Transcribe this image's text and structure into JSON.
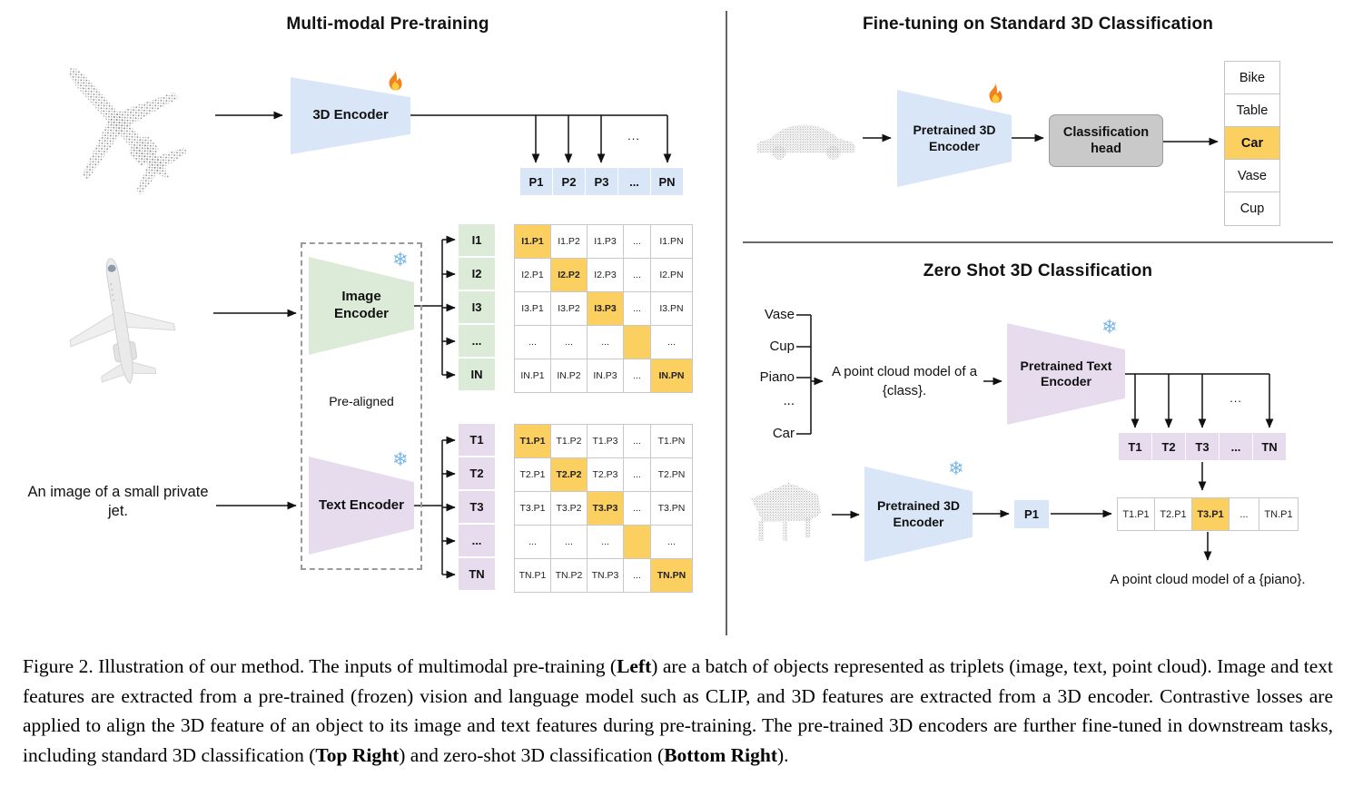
{
  "pretraining": {
    "title": "Multi-modal Pre-training",
    "encoder_3d": "3D Encoder",
    "image_encoder": "Image Encoder",
    "text_encoder": "Text Encoder",
    "pre_aligned": "Pre-aligned",
    "image_caption": "An image of a small private jet.",
    "trunk_ellipsis": "...",
    "p_row": [
      "P1",
      "P2",
      "P3",
      "...",
      "PN"
    ],
    "i_col": [
      "I1",
      "I2",
      "I3",
      "...",
      "IN"
    ],
    "t_col": [
      "T1",
      "T2",
      "T3",
      "...",
      "TN"
    ],
    "i_matrix": [
      [
        "I1.P1",
        "I1.P2",
        "I1.P3",
        "...",
        "I1.PN"
      ],
      [
        "I2.P1",
        "I2.P2",
        "I2.P3",
        "...",
        "I2.PN"
      ],
      [
        "I3.P1",
        "I3.P2",
        "I3.P3",
        "...",
        "I3.PN"
      ],
      [
        "...",
        "...",
        "...",
        "",
        "..."
      ],
      [
        "IN.P1",
        "IN.P2",
        "IN.P3",
        "...",
        "IN.PN"
      ]
    ],
    "t_matrix": [
      [
        "T1.P1",
        "T1.P2",
        "T1.P3",
        "...",
        "T1.PN"
      ],
      [
        "T2.P1",
        "T2.P2",
        "T2.P3",
        "...",
        "T2.PN"
      ],
      [
        "T3.P1",
        "T3.P2",
        "T3.P3",
        "...",
        "T3.PN"
      ],
      [
        "...",
        "...",
        "...",
        "",
        "..."
      ],
      [
        "TN.P1",
        "TN.P2",
        "TN.P3",
        "...",
        "TN.PN"
      ]
    ]
  },
  "finetuning": {
    "title": "Fine-tuning on Standard 3D Classification",
    "encoder": "Pretrained 3D Encoder",
    "head": "Classification head",
    "classes": [
      "Bike",
      "Table",
      "Car",
      "Vase",
      "Cup"
    ],
    "highlighted_class": "Car"
  },
  "zeroshot": {
    "title": "Zero Shot 3D Classification",
    "class_list": [
      "Vase",
      "Cup",
      "Piano",
      "...",
      "Car"
    ],
    "prompt": "A point cloud model of a {class}.",
    "text_encoder": "Pretrained Text Encoder",
    "encoder_3d": "Pretrained 3D Encoder",
    "t_row": [
      "T1",
      "T2",
      "T3",
      "...",
      "TN"
    ],
    "p_cell": "P1",
    "product_row": [
      "T1.P1",
      "T2.P1",
      "T3.P1",
      "...",
      "TN.P1"
    ],
    "trunk_ellipsis": "...",
    "result": "A point cloud model of a {piano}."
  },
  "icons": {
    "snowflake": "❄",
    "fire": "flame"
  },
  "colors": {
    "highlight_orange": "#FBCF60",
    "encoder_blue": "#D9E6F8",
    "encoder_green": "#DCEAD8",
    "encoder_purple": "#E7DCEE",
    "head_gray": "#C9C9C9",
    "snowflake_blue": "#79b6e8",
    "flame_orange": "#F0821F"
  },
  "caption": {
    "segments": [
      {
        "text": "Figure 2. Illustration of our method. The inputs of multimodal pre-training (",
        "bold": false
      },
      {
        "text": "Left",
        "bold": true
      },
      {
        "text": ") are a batch of objects represented as triplets (image, text, point cloud). Image and text features are extracted from a pre-trained (frozen) vision and language model such as CLIP, and 3D features are extracted from a 3D encoder. Contrastive losses are applied to align the 3D feature of an object to its image and text features during pre-training. The pre-trained 3D encoders are further fine-tuned in downstream tasks, including standard 3D classification (",
        "bold": false
      },
      {
        "text": "Top Right",
        "bold": true
      },
      {
        "text": ") and zero-shot 3D classification (",
        "bold": false
      },
      {
        "text": "Bottom Right",
        "bold": true
      },
      {
        "text": ").",
        "bold": false
      }
    ]
  }
}
